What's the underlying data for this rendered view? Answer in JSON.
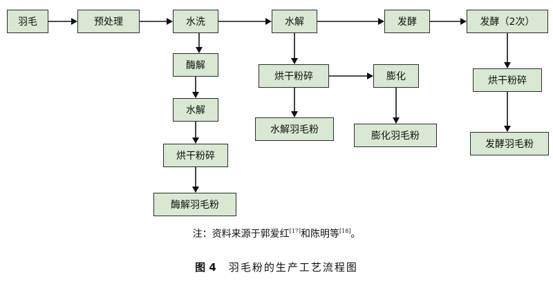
{
  "diagram": {
    "nodes": {
      "feather": "羽毛",
      "pretreat": "预处理",
      "wash": "水洗",
      "enzyme": "酶解",
      "hydro2": "水解",
      "dry2": "烘干粉碎",
      "enzyme_powder": "酶解羽毛粉",
      "hydro": "水解",
      "dry1": "烘干粉碎",
      "hydro_powder": "水解羽毛粉",
      "puff": "膨化",
      "puff_powder": "膨化羽毛粉",
      "ferment": "发酵",
      "ferment2": "发酵（2次）",
      "dry3": "烘干粉碎",
      "ferment_powder": "发酵羽毛粉"
    },
    "edges": [
      [
        "feather",
        "pretreat"
      ],
      [
        "pretreat",
        "wash"
      ],
      [
        "wash",
        "hydro"
      ],
      [
        "hydro",
        "ferment"
      ],
      [
        "ferment",
        "ferment2"
      ],
      [
        "wash",
        "enzyme"
      ],
      [
        "enzyme",
        "hydro2"
      ],
      [
        "hydro2",
        "dry2"
      ],
      [
        "dry2",
        "enzyme_powder"
      ],
      [
        "hydro",
        "dry1"
      ],
      [
        "dry1",
        "puff"
      ],
      [
        "dry1",
        "hydro_powder"
      ],
      [
        "puff",
        "puff_powder"
      ],
      [
        "ferment2",
        "dry3"
      ],
      [
        "dry3",
        "ferment_powder"
      ]
    ]
  },
  "note": {
    "prefix": "注：资料来源于郭爱红",
    "ref1": "[17]",
    "middle": "和陈明等",
    "ref2": "[18]",
    "suffix": "。"
  },
  "caption": {
    "number": "图 4",
    "title": "羽毛粉的生产工艺流程图"
  },
  "colors": {
    "box_fill": "#d8e8d2",
    "border": "#2a2a2a",
    "arrow": "#111111"
  }
}
